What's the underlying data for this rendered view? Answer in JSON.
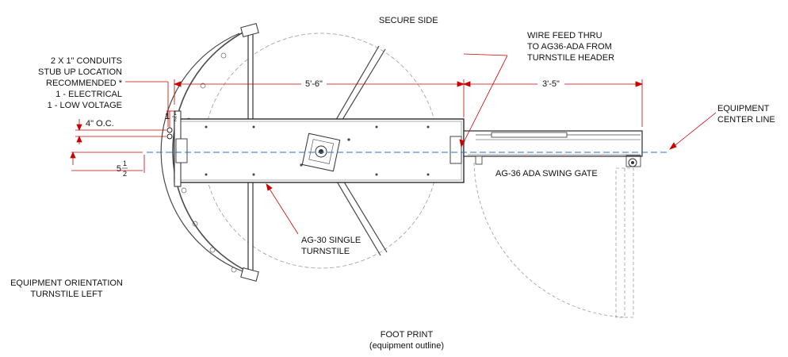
{
  "labels": {
    "secure_side": "SECURE SIDE",
    "conduits": [
      "2 X 1\" CONDUITS",
      "STUB UP LOCATION",
      "RECOMMENDED *",
      "1 - ELECTRICAL",
      "1 - LOW VOLTAGE"
    ],
    "wire_feed": [
      "WIRE FEED THRU",
      "TO AG36-ADA FROM",
      "TURNSTILE HEADER"
    ],
    "equipment_center_line": [
      "EQUIPMENT",
      "CENTER LINE"
    ],
    "turnstile": [
      "AG-30 SINGLE",
      "TURNSTILE"
    ],
    "swing_gate": "AG-36 ADA SWING GATE",
    "orientation": [
      "EQUIPMENT ORIENTATION",
      "TURNSTILE LEFT"
    ],
    "footprint": [
      "FOOT PRINT",
      "(equipment outline)"
    ]
  },
  "dimensions": {
    "turnstile_length": "5'-6\"",
    "gate_length": "3'-5\"",
    "conduit_spacing": "4\" O.C.",
    "half_a": {
      "whole": "1",
      "num": "1",
      "den": "2"
    },
    "half_b": {
      "whole": "5",
      "num": "1",
      "den": "2"
    }
  },
  "colors": {
    "linework": "#3a3a3a",
    "dimension": "#cc0000",
    "center_line": "#2a6fd6",
    "swing_path": "#9a9a9a"
  }
}
